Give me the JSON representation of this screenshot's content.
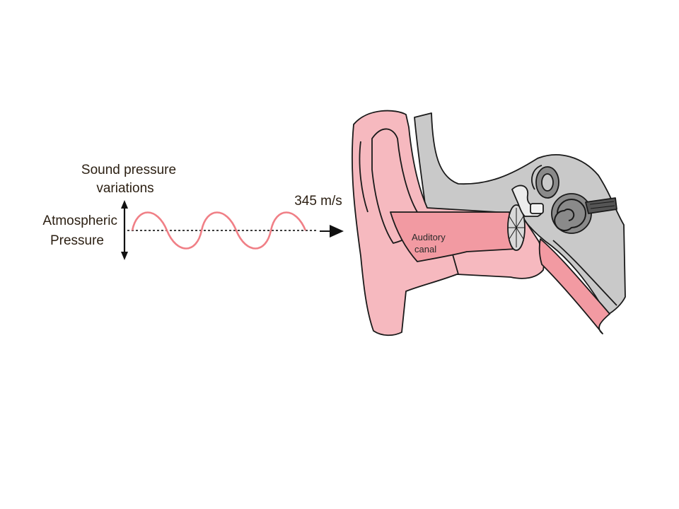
{
  "labels": {
    "sound_pressure_line1": "Sound pressure",
    "sound_pressure_line2": "variations",
    "atmospheric_line1": "Atmospheric",
    "atmospheric_line2": "Pressure",
    "speed": "345 m/s",
    "auditory_line1": "Auditory",
    "auditory_line2": "canal"
  },
  "colors": {
    "wave": "#f07f86",
    "ear_skin": "#f6b9bf",
    "canal": "#f29aa2",
    "bone": "#c9c9c9",
    "inner_ear": "#8a8a8a",
    "outline": "#1a1a1a"
  }
}
